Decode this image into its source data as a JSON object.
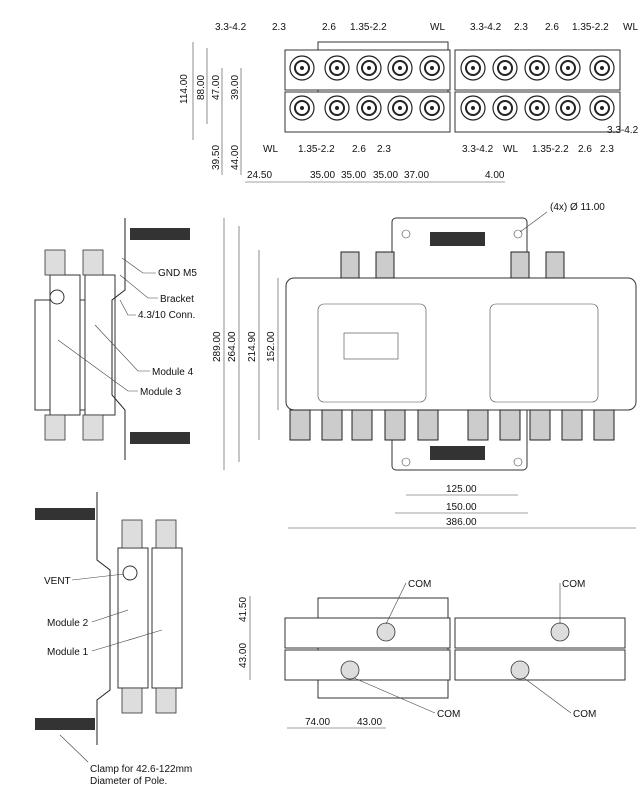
{
  "top_view": {
    "callouts_top": [
      "3.3-4.2",
      "2.3",
      "2.6",
      "1.35-2.2",
      "WL",
      "3.3-4.2",
      "2.3",
      "2.6",
      "1.35-2.2",
      "WL"
    ],
    "callouts_bottom": [
      "WL",
      "1.35-2.2",
      "2.6",
      "2.3",
      "3.3-4.2",
      "WL",
      "1.35-2.2",
      "2.6",
      "2.3"
    ],
    "callout_right": "3.3-4.2",
    "vertical_dims": {
      "d114": "114.00",
      "d88": "88.00",
      "d47": "47.00",
      "d39": "39.00",
      "d39_5": "39.50",
      "d44": "44.00"
    },
    "horizontal_dims": [
      "24.50",
      "35.00",
      "35.00",
      "35.00",
      "37.00",
      "4.00"
    ]
  },
  "side_view_upper": {
    "labels": [
      "GND M5",
      "Bracket",
      "4.3/10 Conn.",
      "Module 4",
      "Module 3"
    ]
  },
  "front_view": {
    "hole_note": "(4x) Ø 11.00",
    "vertical_dims": [
      "289.00",
      "264.00",
      "214.90",
      "152.00"
    ],
    "horizontal_dims": [
      "125.00",
      "150.00",
      "386.00"
    ]
  },
  "side_view_lower": {
    "labels": [
      "VENT",
      "Module 2",
      "Module 1"
    ],
    "clamp_note_line1": "Clamp for 42.6-122mm",
    "clamp_note_line2": "Diameter of Pole."
  },
  "bottom_view": {
    "com_labels": [
      "COM",
      "COM",
      "COM",
      "COM"
    ],
    "vertical_dims": [
      "41.50",
      "43.00"
    ],
    "horizontal_dims": [
      "74.00",
      "43.00"
    ]
  }
}
